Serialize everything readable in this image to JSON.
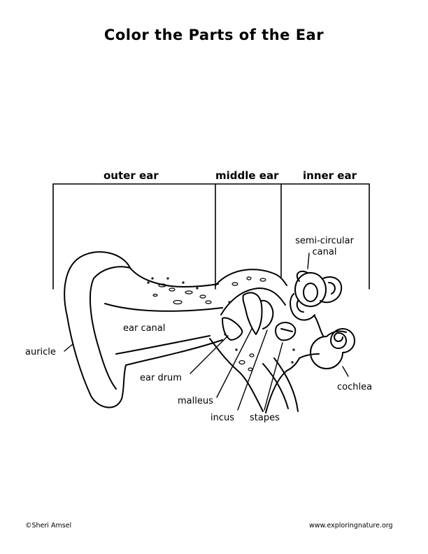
{
  "title": "Color the Parts of the Ear",
  "sections": {
    "outer": "outer ear",
    "middle": "middle ear",
    "inner": "inner ear"
  },
  "labels": {
    "semicircular_line1": "semi-circular",
    "semicircular_line2": "canal",
    "ear_canal": "ear canal",
    "auricle": "auricle",
    "ear_drum": "ear drum",
    "malleus": "malleus",
    "incus": "incus",
    "stapes": "stapes",
    "cochlea": "cochlea"
  },
  "footer": {
    "copyright": "©Sheri Amsel",
    "website": "www.exploringnature.org"
  }
}
